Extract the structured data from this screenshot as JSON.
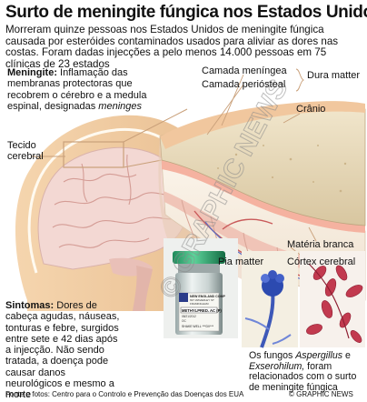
{
  "title": "Surto de meningite fúngica nos Estados Unidos",
  "intro": "Morreram quinze pessoas nos Estados Unidos de meningite fúngica causada por esteróides contaminados usados para aliviar as dores nas costas. Foram dadas injecções a pelo menos 14.000 pessoas em 75 clínicas de 23 estados",
  "meningite": {
    "term": "Meningite:",
    "text_before": " Inflamação das membranas protectoras que recobrem o cérebro e a medula espinal, designadas ",
    "term_italic": "meninges"
  },
  "labels": {
    "tecido": "Tecido\ncerebral",
    "camada_meningea": "Camada meníngea",
    "camada_periostea": "Camada periósteal",
    "dura_matter": "Dura matter",
    "cranio": "Crânio",
    "materia_branca": "Matéria branca",
    "cortex": "Córtex cerebral",
    "pia_matter": "Pia matter"
  },
  "sintomas": {
    "term": "Sintomas:",
    "text": " Dores de cabeça agudas, náuseas, tonturas e febre, surgidos entre sete e 42 dias após a injecção. Não sendo tratada, a doença pode causar danos neurológicos e mesmo a morte"
  },
  "vial": {
    "brand1": "NEW ENGLAND COMP",
    "brand2": "697 WAVERLEY ST",
    "brand3": "FRAMINGHAM",
    "product": "METHYLPRED. AC (P)",
    "date": "08/21/2012",
    "code": "OC",
    "shake": "SHAKE WELL ***DV***"
  },
  "caption": {
    "pre": "Os fungos ",
    "fungus1": "Aspergillus",
    "mid": " e ",
    "fungus2": "Exserohilum,",
    "post": " foram relacionados com o surto de meningite fúngica"
  },
  "source": "Fonte e fotos: Centro para o Controlo e Prevenção das Doenças dos EUA",
  "credit": "© GRAPHIC NEWS",
  "watermark": "© GRAPHIC NEWS",
  "colors": {
    "skin": "#f2cfa6",
    "bone": "#e8dcc0",
    "dura": "#f5b8a8",
    "brain": "#f0c7c0",
    "white_matter": "#f8efe4",
    "leader": "#c9a07a"
  }
}
